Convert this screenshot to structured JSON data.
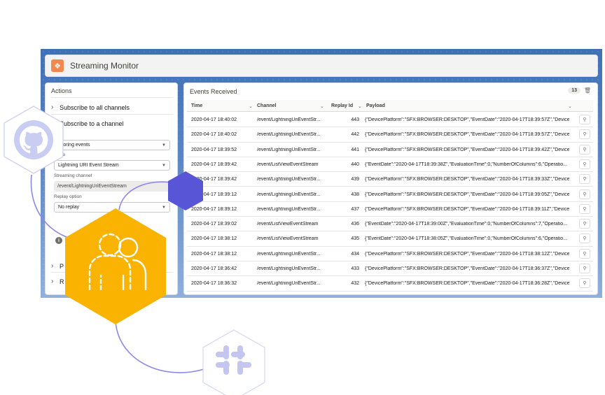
{
  "app": {
    "title": "Streaming Monitor",
    "icon": "broadcast-icon"
  },
  "actions": {
    "title": "Actions",
    "subscribe_all": "Subscribe to all channels",
    "subscribe_one": "Subscribe to a channel",
    "type_label": "type",
    "type_value": "nitoring events",
    "name_label": "name",
    "name_value": "Lightning URI Event Stream",
    "channel_label": "Streaming channel",
    "channel_value": "/event/LightningUriEventStream",
    "replay_label": "Replay option",
    "replay_value": "No replay",
    "collapsed_1": "P",
    "collapsed_2": "R"
  },
  "events": {
    "title": "Events Received",
    "count": "13",
    "columns": {
      "time": "Time",
      "channel": "Channel",
      "replay_id": "Replay Id",
      "payload": "Payload"
    },
    "rows": [
      {
        "time": "2020-04-17 18:40:02",
        "channel": "/event/LightningUriEventStr...",
        "replay_id": "443",
        "payload": "{\"DevicePlatform\":\"SFX:BROWSER:DESKTOP\",\"EventDate\":\"2020-04-17T18:39:57Z\",\"DeviceI..."
      },
      {
        "time": "2020-04-17 18:40:02",
        "channel": "/event/LightningUriEventStr...",
        "replay_id": "442",
        "payload": "{\"DevicePlatform\":\"SFX:BROWSER:DESKTOP\",\"EventDate\":\"2020-04-17T18:39:57Z\",\"DeviceI..."
      },
      {
        "time": "2020-04-17 18:39:52",
        "channel": "/event/LightningUriEventStr...",
        "replay_id": "441",
        "payload": "{\"DevicePlatform\":\"SFX:BROWSER:DESKTOP\",\"EventDate\":\"2020-04-17T18:39:42Z\",\"DeviceI..."
      },
      {
        "time": "2020-04-17 18:39:42",
        "channel": "/event/ListViewEventStream",
        "replay_id": "440",
        "payload": "{\"EventDate\":\"2020-04-17T18:39:38Z\",\"EvaluationTime\":0,\"NumberOfColumns\":6,\"Operatio..."
      },
      {
        "time": "2020-04-17 18:39:42",
        "channel": "/event/LightningUriEventStr...",
        "replay_id": "439",
        "payload": "{\"DevicePlatform\":\"SFX:BROWSER:DESKTOP\",\"EventDate\":\"2020-04-17T18:39:33Z\",\"DeviceI..."
      },
      {
        "time": "2020-04-17 18:39:12",
        "channel": "/event/LightningUriEventStr...",
        "replay_id": "438",
        "payload": "{\"DevicePlatform\":\"SFX:BROWSER:DESKTOP\",\"EventDate\":\"2020-04-17T18:39:05Z\",\"DeviceI..."
      },
      {
        "time": "2020-04-17 18:39:12",
        "channel": "/event/LightningUriEventStr...",
        "replay_id": "437",
        "payload": "{\"DevicePlatform\":\"SFX:BROWSER:DESKTOP\",\"EventDate\":\"2020-04-17T18:39:11Z\",\"DeviceI..."
      },
      {
        "time": "2020-04-17 18:39:02",
        "channel": "/event/ListViewEventStream",
        "replay_id": "436",
        "payload": "{\"EventDate\":\"2020-04-17T18:39:00Z\",\"EvaluationTime\":0,\"NumberOfColumns\":7,\"Operatio..."
      },
      {
        "time": "2020-04-17 18:38:12",
        "channel": "/event/ListViewEventStream",
        "replay_id": "435",
        "payload": "{\"EventDate\":\"2020-04-17T18:38:05Z\",\"EvaluationTime\":0,\"NumberOfColumns\":6,\"Operatio..."
      },
      {
        "time": "2020-04-17 18:38:12",
        "channel": "/event/LightningUriEventStr...",
        "replay_id": "434",
        "payload": "{\"DevicePlatform\":\"SFX:BROWSER:DESKTOP\",\"EventDate\":\"2020-04-17T18:38:12Z\",\"DeviceI..."
      },
      {
        "time": "2020-04-17 18:36:42",
        "channel": "/event/LightningUriEventStr...",
        "replay_id": "433",
        "payload": "{\"DevicePlatform\":\"SFX:BROWSER:DESKTOP\",\"EventDate\":\"2020-04-17T18:36:37Z\",\"DeviceI..."
      },
      {
        "time": "2020-04-17 18:36:32",
        "channel": "/event/LightningUriEventStr...",
        "replay_id": "432",
        "payload": "{\"DevicePlatform\":\"SFX:BROWSER:DESKTOP\",\"EventDate\":\"2020-04-17T18:36:28Z\",\"DeviceI..."
      }
    ]
  },
  "decorations": {
    "github_icon": "github-icon",
    "users_icon": "users-icon",
    "slack_icon": "slack-icon",
    "accent_yellow": "#f9b300",
    "accent_purple": "#5856d6",
    "line_purple": "#8c8ae8"
  }
}
